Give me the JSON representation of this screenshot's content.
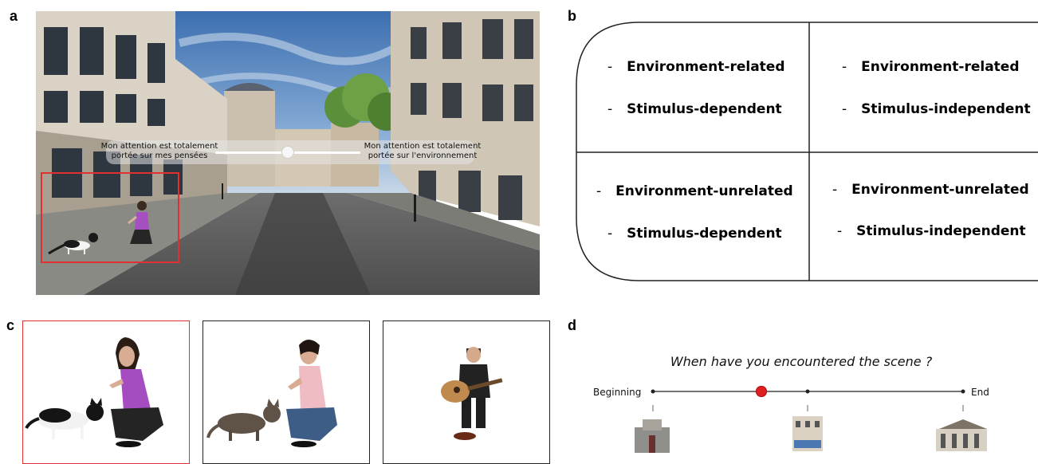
{
  "panels": {
    "a": "a",
    "b": "b",
    "c": "c",
    "d": "d"
  },
  "scene": {
    "slider_left_label_line1": "Mon attention est totalement",
    "slider_left_label_line2": "portée sur mes pensées",
    "slider_right_label_line1": "Mon attention est totalement",
    "slider_right_label_line2": "portée sur l'environnement",
    "slider_value": 0.5,
    "highlight_color": "#e03030"
  },
  "matrix": {
    "quadrants": [
      {
        "line1": "Environment-related",
        "line2": "Stimulus-dependent"
      },
      {
        "line1": "Environment-related",
        "line2": "Stimulus-independent"
      },
      {
        "line1": "Environment-unrelated",
        "line2": "Stimulus-dependent"
      },
      {
        "line1": "Environment-unrelated",
        "line2": "Stimulus-independent"
      }
    ],
    "dash": "-"
  },
  "stimuli": {
    "frames": [
      {
        "name": "woman-with-cat-highlighted",
        "border_color": "#e03030"
      },
      {
        "name": "woman-with-tabby-cat",
        "border_color": "#222222"
      },
      {
        "name": "guitar-player",
        "border_color": "#222222"
      }
    ]
  },
  "timeline": {
    "question": "When have you encountered the scene ?",
    "start_label": "Beginning",
    "end_label": "End",
    "marker_position": 0.35,
    "marker_color": "#e02020"
  }
}
